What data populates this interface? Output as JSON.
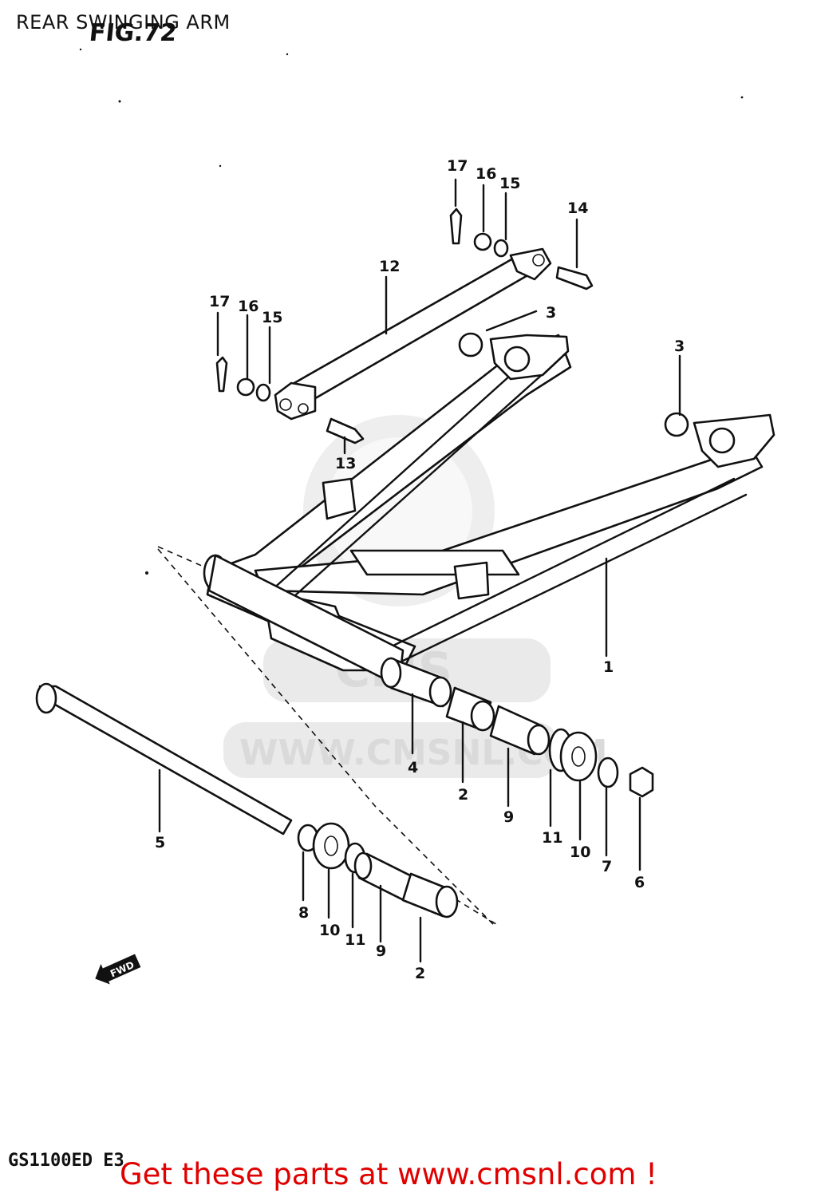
{
  "page": {
    "title": "REAR SWINGING ARM",
    "figure_label": "FIG.72",
    "model_code": "GS1100ED  E3",
    "promo": "Get these parts at www.cmsnl.com !"
  },
  "watermark": {
    "text": "WWW.CMSNL.COM",
    "logo_text": "CMS"
  },
  "direction_badge": "FWD",
  "callouts": {
    "c1": "1",
    "c2a": "2",
    "c2b": "2",
    "c3a": "3",
    "c3b": "3",
    "c4": "4",
    "c5": "5",
    "c6": "6",
    "c7": "7",
    "c8": "8",
    "c9a": "9",
    "c9b": "9",
    "c10a": "10",
    "c10b": "10",
    "c11a": "11",
    "c11b": "11",
    "c12": "12",
    "c13": "13",
    "c14": "14",
    "c15a": "15",
    "c15b": "15",
    "c16a": "16",
    "c16b": "16",
    "c17a": "17",
    "c17b": "17"
  },
  "colors": {
    "ink": "#111111",
    "promo": "#e00000",
    "watermark": "#d9d9d9"
  }
}
